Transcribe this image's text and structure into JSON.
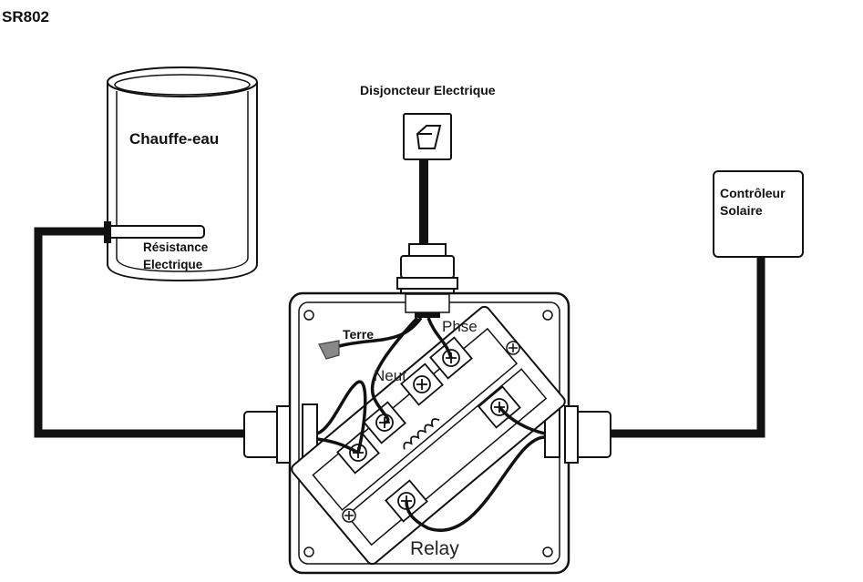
{
  "title": "SR802",
  "labels": {
    "water_heater": "Chauffe-eau",
    "element_line1": "Résistance",
    "element_line2": "Electrique",
    "breaker": "Disjoncteur Electrique",
    "controller_line1": "Contrôleur",
    "controller_line2": "Solaire",
    "earth": "Terre",
    "phase": "Phse",
    "neutral": "Neut",
    "relay": "Relay"
  },
  "colors": {
    "line": "#111111",
    "background": "#ffffff",
    "earth_cap": "#888888"
  },
  "icons": [
    "breaker-switch-icon",
    "screw-terminal-icon",
    "relay-coil-icon",
    "cable-gland-icon"
  ]
}
